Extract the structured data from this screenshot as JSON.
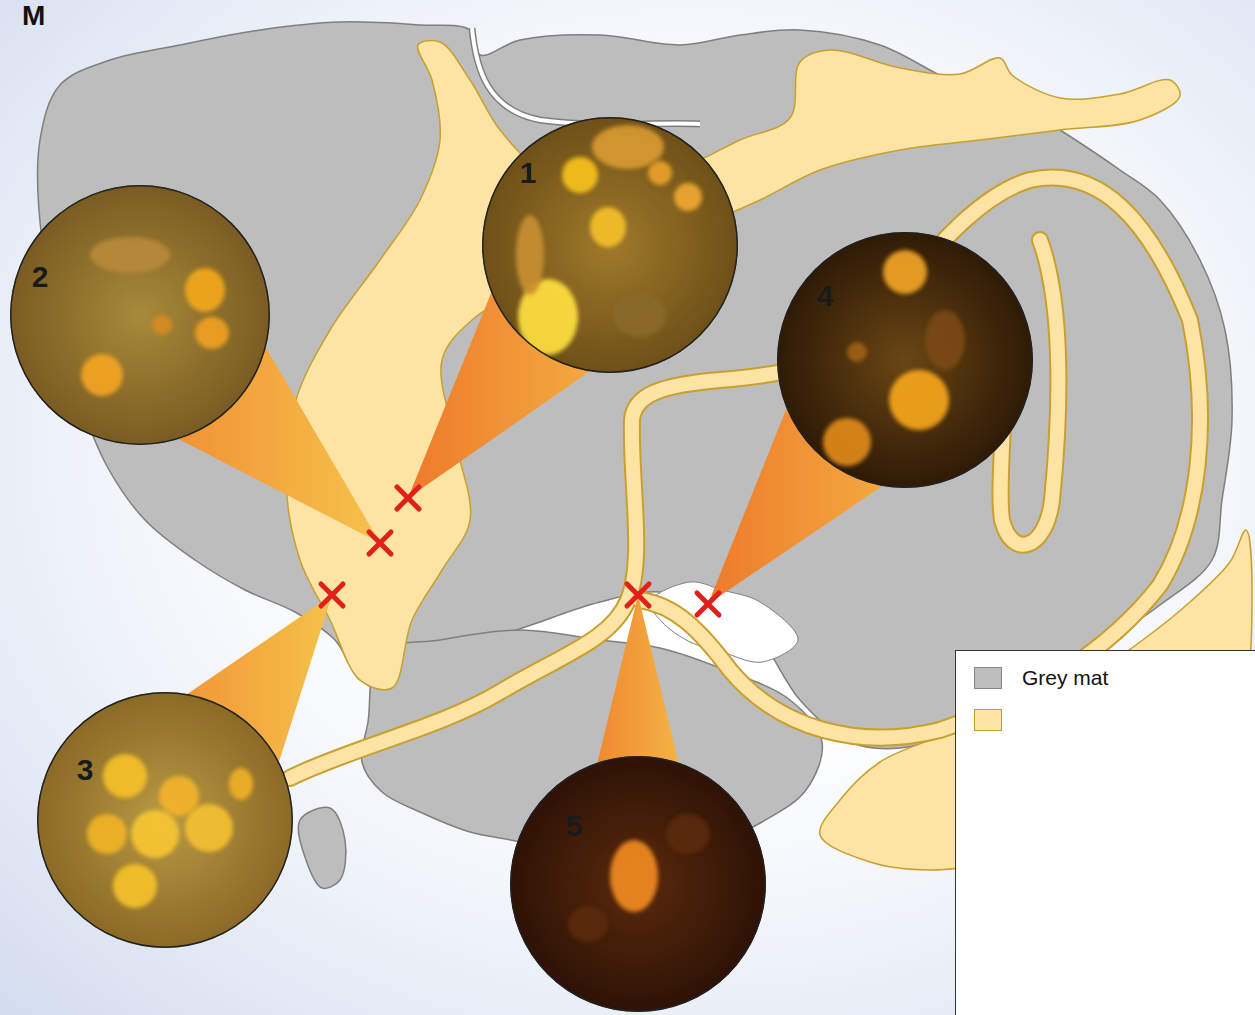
{
  "diagram": {
    "nodes": [
      {
        "text": [
          "1"
        ]
      },
      {
        "text": [
          "2"
        ]
      },
      {
        "text": [
          "4"
        ]
      },
      {
        "text": [
          "3"
        ]
      },
      {
        "text": [
          "5"
        ]
      }
    ],
    "labels": [
      "M"
    ],
    "legend": [
      {
        "text": "Grey mat",
        "color": "#bdbdbd"
      }
    ]
  }
}
